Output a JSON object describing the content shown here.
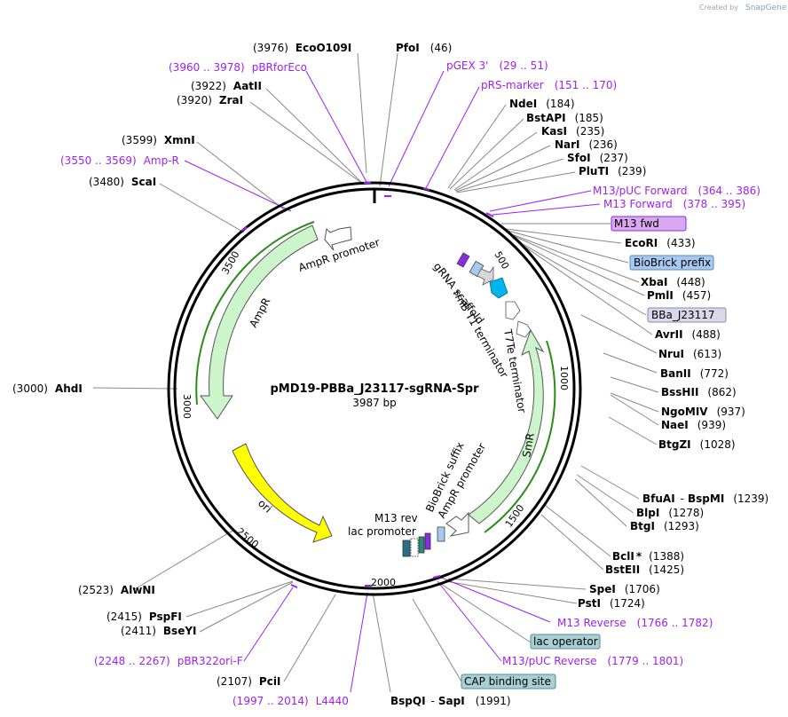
{
  "watermark": {
    "prefix": "Created by",
    "brand": "SnapGene"
  },
  "plasmid": {
    "name": "pMD19-PBBa_J23117-sgRNA-Spr",
    "length_label": "3987 bp"
  },
  "ticks": [
    "500",
    "1000",
    "1500",
    "2000",
    "2500",
    "3000",
    "3500"
  ],
  "sites": [
    {
      "label": "(3976)",
      "name": "EcoO109I"
    },
    {
      "label": "PfoI",
      "num": "(46)"
    },
    {
      "pos": "(3960 .. 3978)",
      "name": "pBRforEco"
    },
    {
      "name": "pGEX 3'",
      "pos": "(29 .. 51)"
    },
    {
      "num": "(3922)",
      "name": "AatII"
    },
    {
      "name": "pRS-marker",
      "pos": "(151 .. 170)"
    },
    {
      "num": "(3920)",
      "name": "ZraI"
    },
    {
      "name": "NdeI",
      "num": "(184)"
    },
    {
      "name": "BstAPI",
      "num": "(185)"
    },
    {
      "name": "KasI",
      "num": "(235)"
    },
    {
      "num": "(3599)",
      "name": "XmnI"
    },
    {
      "name": "NarI",
      "num": "(236)"
    },
    {
      "pos": "(3550 .. 3569)",
      "name": "Amp-R"
    },
    {
      "name": "SfoI",
      "num": "(237)"
    },
    {
      "name": "PluTI",
      "num": "(239)"
    },
    {
      "num": "(3480)",
      "name": "ScaI"
    },
    {
      "name": "M13/pUC Forward",
      "pos": "(364 .. 386)"
    },
    {
      "name": "M13 Forward",
      "pos": "(378 .. 395)"
    },
    {
      "name": "M13 fwd"
    },
    {
      "name": "EcoRI",
      "num": "(433)"
    },
    {
      "name": "BioBrick prefix"
    },
    {
      "name": "XbaI",
      "num": "(448)"
    },
    {
      "name": "PmlI",
      "num": "(457)"
    },
    {
      "name": "BBa_J23117"
    },
    {
      "name": "AvrII",
      "num": "(488)"
    },
    {
      "name": "NruI",
      "num": "(613)"
    },
    {
      "name": "BanII",
      "num": "(772)"
    },
    {
      "num": "(3000)",
      "name": "AhdI"
    },
    {
      "name": "BssHII",
      "num": "(862)"
    },
    {
      "name": "NgoMIV",
      "num": "(937)"
    },
    {
      "name": "NaeI",
      "num": "(939)"
    },
    {
      "name": "BtgZI",
      "num": "(1028)"
    },
    {
      "name": "BfuAI",
      "sep": "-",
      "name2": "BspMI",
      "num": "(1239)"
    },
    {
      "name": "BlpI",
      "num": "(1278)"
    },
    {
      "name": "BtgI",
      "num": "(1293)"
    },
    {
      "name": "BclI",
      "star": "*",
      "num": "(1388)"
    },
    {
      "name": "BstEII",
      "num": "(1425)"
    },
    {
      "num": "(2523)",
      "name": "AlwNI"
    },
    {
      "name": "SpeI",
      "num": "(1706)"
    },
    {
      "name": "PstI",
      "num": "(1724)"
    },
    {
      "num": "(2415)",
      "name": "PspFI"
    },
    {
      "name": "M13 Reverse",
      "pos": "(1766 .. 1782)"
    },
    {
      "num": "(2411)",
      "name": "BseYI"
    },
    {
      "name": "lac operator"
    },
    {
      "pos": "(2248 .. 2267)",
      "name": "pBR322ori-F"
    },
    {
      "name": "M13/pUC Reverse",
      "pos": "(1779 .. 1801)"
    },
    {
      "num": "(2107)",
      "name": "PciI"
    },
    {
      "name": "CAP binding site"
    },
    {
      "pos": "(1997 .. 2014)",
      "name": "L4440"
    },
    {
      "name": "BspQI",
      "sep": "-",
      "name2": "SapI",
      "num": "(1991)"
    }
  ],
  "features": {
    "ampr_promoter_top": "AmpR promoter",
    "ampr": "AmpR",
    "grna_scaffold": "gRNA scaffold",
    "rrnb": "rrnB T1 terminator",
    "t7te": "T7Te terminator",
    "smr": "SmR",
    "ampr_promoter_bottom": "AmpR promoter",
    "biobrick_suffix": "BioBrick suffix",
    "m13rev": "M13 rev",
    "lac_promoter": "lac promoter",
    "ori": "ori"
  },
  "colors": {
    "purple": "#a020f0",
    "gene_fill": "#ccf5cc",
    "ori_fill": "#ffff00",
    "promoter_fill": "#ffffff",
    "terminator_fill": "#ffffff",
    "cyan": "#00b4f0",
    "green_line": "#2c8c1a"
  }
}
